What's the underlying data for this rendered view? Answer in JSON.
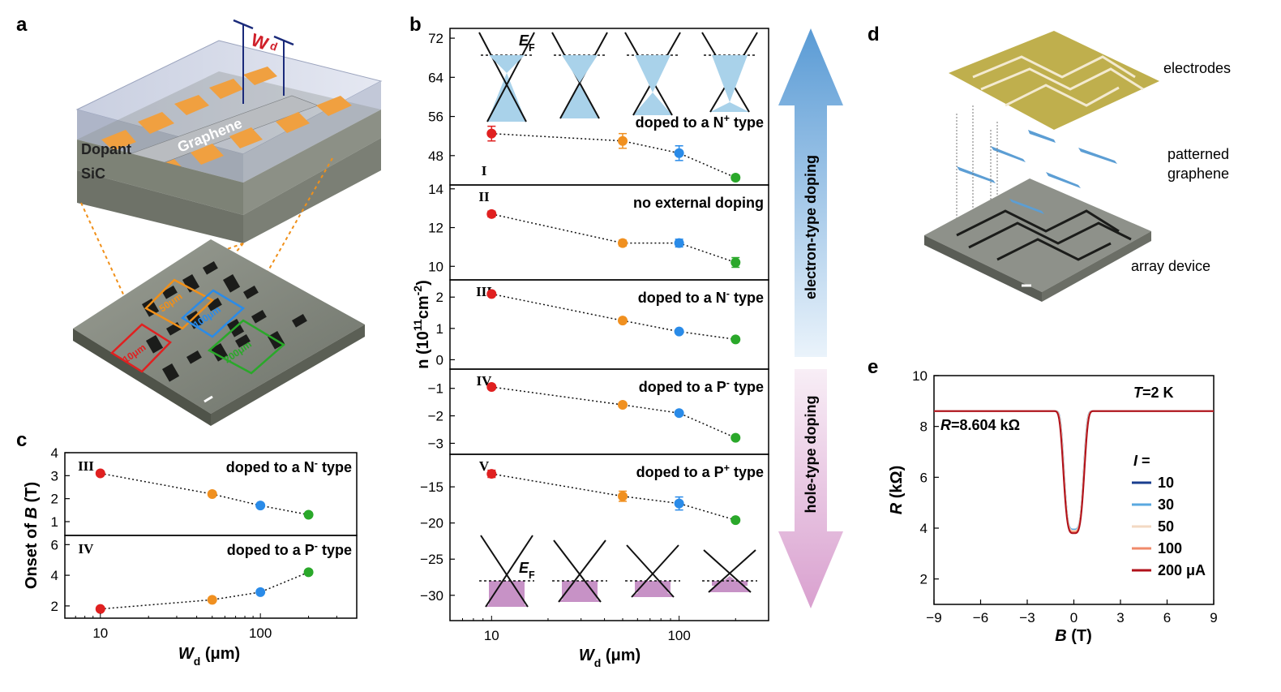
{
  "panels": {
    "a": "a",
    "b": "b",
    "c": "c",
    "d": "d",
    "e": "e"
  },
  "colors": {
    "red": "#e02020",
    "orange": "#f09020",
    "blue": "#2a8be8",
    "green": "#2aa82a",
    "electron_arrow": "#5a9bd5",
    "hole_arrow": "#d9a0cf",
    "cone_fill_blue": "#a9d2ea",
    "cone_fill_pink": "#c792c6",
    "curve_10": "#1a3e8f",
    "curve_30": "#5aa8e0",
    "curve_50": "#f3d9c3",
    "curve_100": "#f08a6a",
    "curve_200": "#b0101a"
  },
  "panel_a": {
    "wd_label": "W",
    "wd_sub": "d",
    "layer_graphene": "Graphene",
    "layer_dopant": "Dopant",
    "layer_sic": "SiC",
    "region_labels": [
      "50μm",
      "100μm",
      "10μm",
      "200μm"
    ]
  },
  "panel_d": {
    "electrodes": "electrodes",
    "patterned_graphene_1": "patterned",
    "patterned_graphene_2": "graphene",
    "array_device": "array device"
  },
  "chart_data": [
    {
      "type": "scatter",
      "panel": "b",
      "xlabel": "W",
      "xlabel_sub": "d",
      "xlabel_unit": " (μm)",
      "x_scale": "log",
      "xlim": [
        6,
        300
      ],
      "x_ticks": [
        10,
        100
      ],
      "ylabel": "n (10",
      "ylabel_sup": "11",
      "ylabel_rest": "cm",
      "ylabel_sup2": "-2",
      "ylabel_close": ")",
      "x": [
        10,
        50,
        100,
        200
      ],
      "point_colors": [
        "red",
        "orange",
        "blue",
        "green"
      ],
      "subplots": [
        {
          "roman": "I",
          "annotation": "doped to a N",
          "annotation_sup": "+",
          "annotation_tail": " type",
          "ylim": [
            42,
            74
          ],
          "yticks": [
            48,
            56,
            64,
            72
          ],
          "y": [
            52.5,
            51,
            48.5,
            43.5
          ],
          "err": [
            1.5,
            1.5,
            1.5,
            0.5
          ],
          "fermi_label": "E",
          "fermi_sub": "F"
        },
        {
          "roman": "II",
          "annotation": "no external doping",
          "annotation_sup": "",
          "annotation_tail": "",
          "ylim": [
            9.3,
            14.2
          ],
          "yticks": [
            10,
            12,
            14
          ],
          "y": [
            12.7,
            11.2,
            11.2,
            10.2
          ],
          "err": [
            0.15,
            0.15,
            0.2,
            0.25
          ]
        },
        {
          "roman": "III",
          "annotation": "doped to a N",
          "annotation_sup": "-",
          "annotation_tail": " type",
          "ylim": [
            -0.3,
            2.55
          ],
          "yticks": [
            0,
            1,
            2
          ],
          "y": [
            2.1,
            1.25,
            0.9,
            0.65
          ],
          "err": [
            0.05,
            0.05,
            0.05,
            0.05
          ]
        },
        {
          "roman": "IV",
          "annotation": "doped to a P",
          "annotation_sup": "-",
          "annotation_tail": " type",
          "ylim": [
            -3.4,
            -0.3
          ],
          "yticks": [
            -1,
            -2,
            -3
          ],
          "y": [
            -0.95,
            -1.6,
            -1.9,
            -2.8
          ],
          "err": [
            0.05,
            0.05,
            0.05,
            0.05
          ]
        },
        {
          "roman": "V",
          "annotation": "doped to a P",
          "annotation_sup": "+",
          "annotation_tail": " type",
          "ylim": [
            -33.5,
            -10.5
          ],
          "yticks": [
            -15,
            -20,
            -25,
            -30
          ],
          "y": [
            -13.2,
            -16.3,
            -17.3,
            -19.6
          ],
          "err": [
            0.5,
            0.7,
            0.9,
            0.3
          ],
          "fermi_label": "E",
          "fermi_sub": "F"
        }
      ],
      "side_arrows": {
        "electron": "electron-type doping",
        "hole": "hole-type doping"
      }
    },
    {
      "type": "scatter",
      "panel": "c",
      "xlabel": "W",
      "xlabel_sub": "d",
      "xlabel_unit": " (μm)",
      "x_scale": "log",
      "xlim": [
        6,
        400
      ],
      "x_ticks": [
        10,
        100
      ],
      "ylabel": "Onset of ",
      "ylabel_var": "B",
      "ylabel_unit": " (T)",
      "x": [
        10,
        50,
        100,
        200
      ],
      "point_colors": [
        "red",
        "orange",
        "blue",
        "green"
      ],
      "subplots": [
        {
          "roman": "III",
          "annotation": "doped to a N",
          "annotation_sup": "-",
          "annotation_tail": " type",
          "ylim": [
            0.4,
            4
          ],
          "yticks": [
            1,
            2,
            3,
            4
          ],
          "y": [
            3.1,
            2.2,
            1.7,
            1.3
          ]
        },
        {
          "roman": "IV",
          "annotation": "doped to a P",
          "annotation_sup": "-",
          "annotation_tail": " type",
          "ylim": [
            1.2,
            6.6
          ],
          "yticks": [
            2,
            4,
            6
          ],
          "y": [
            1.8,
            2.4,
            2.9,
            4.2
          ]
        }
      ]
    },
    {
      "type": "line",
      "panel": "e",
      "xlabel": "B",
      "xlabel_unit": " (T)",
      "ylabel": "R",
      "ylabel_unit": " (kΩ)",
      "xlim": [
        -9,
        9
      ],
      "ylim": [
        1,
        10
      ],
      "x_ticks": [
        -9,
        -6,
        -3,
        0,
        3,
        6,
        9
      ],
      "y_ticks": [
        2,
        4,
        6,
        8,
        10
      ],
      "annotation_T_var": "T",
      "annotation_T_val": "=2 K",
      "annotation_R_var": "R",
      "annotation_R_val": "=8.604 kΩ",
      "legend_title_var": "I",
      "legend_title_rest": " =",
      "legend_position": "right",
      "series": [
        {
          "name": "10",
          "color": "curve_10",
          "plateau": 8.604,
          "minimum": 3.85,
          "width": 0.68
        },
        {
          "name": "30",
          "color": "curve_30",
          "plateau": 8.604,
          "minimum": 3.95,
          "width": 0.7
        },
        {
          "name": "50",
          "color": "curve_50",
          "plateau": 8.604,
          "minimum": 3.9,
          "width": 0.69
        },
        {
          "name": "100",
          "color": "curve_100",
          "plateau": 8.604,
          "minimum": 3.85,
          "width": 0.71
        },
        {
          "name": "200 μA",
          "color": "curve_200",
          "plateau": 8.604,
          "minimum": 3.8,
          "width": 0.72
        }
      ]
    }
  ]
}
